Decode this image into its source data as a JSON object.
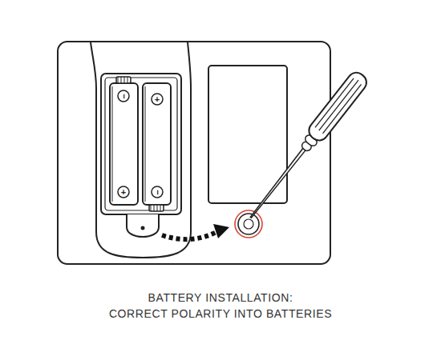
{
  "diagram": {
    "title": "BATTERY INSTALLATION:",
    "caption": "CORRECT POLARITY INTO BATTERIES",
    "labels": [
      "−",
      "+",
      "+",
      "−"
    ]
  }
}
